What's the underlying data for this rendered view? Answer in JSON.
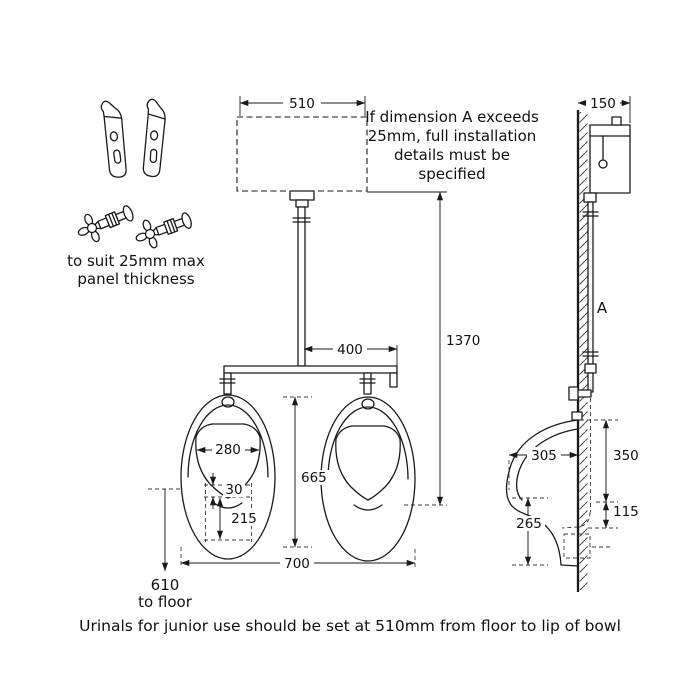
{
  "caption": "Urinals for junior use should be set at 510mm from floor to lip of bowl",
  "panel_note": {
    "line1": "to suit 25mm max",
    "line2": "panel thickness"
  },
  "warning": {
    "line1": "If dimension A exceeds",
    "line2": "25mm, full installation",
    "line3": "details must be",
    "line4": "specified"
  },
  "front": {
    "cistern_width": "510",
    "spread": "400",
    "total_height": "1370",
    "bowl_width": "280",
    "bowl_height": "665",
    "gap": "30",
    "lip_height": "215",
    "centres": "700",
    "floor_dim": "610",
    "floor_text": "to floor"
  },
  "side": {
    "depth": "150",
    "dim_a": "A",
    "projection": "305",
    "inlet_height": "350",
    "outlet_height": "115",
    "lip_depth": "265"
  },
  "colors": {
    "line": "#1a1a1a",
    "background": "#ffffff"
  }
}
